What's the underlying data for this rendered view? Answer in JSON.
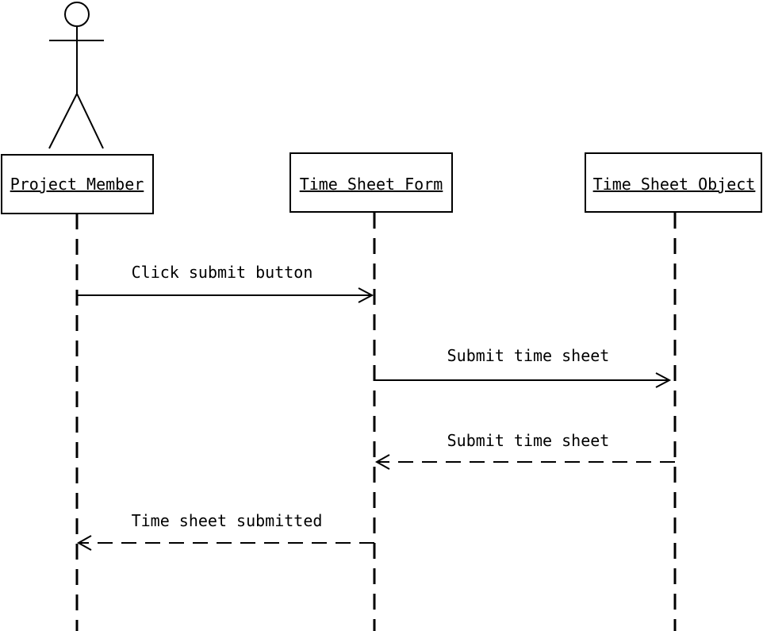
{
  "participants": [
    {
      "id": "pm",
      "label": "Project Member",
      "actor": true
    },
    {
      "id": "form",
      "label": "Time Sheet Form",
      "actor": false
    },
    {
      "id": "obj",
      "label": "Time Sheet Object",
      "actor": false
    }
  ],
  "messages": [
    {
      "from": "pm",
      "to": "form",
      "label": "Click submit button",
      "kind": "sync"
    },
    {
      "from": "form",
      "to": "obj",
      "label": "Submit time sheet",
      "kind": "sync"
    },
    {
      "from": "obj",
      "to": "form",
      "label": "Submit time sheet",
      "kind": "return"
    },
    {
      "from": "form",
      "to": "pm",
      "label": "Time sheet submitted",
      "kind": "return"
    }
  ],
  "colors": {
    "stroke": "#000000",
    "background": "#ffffff"
  }
}
